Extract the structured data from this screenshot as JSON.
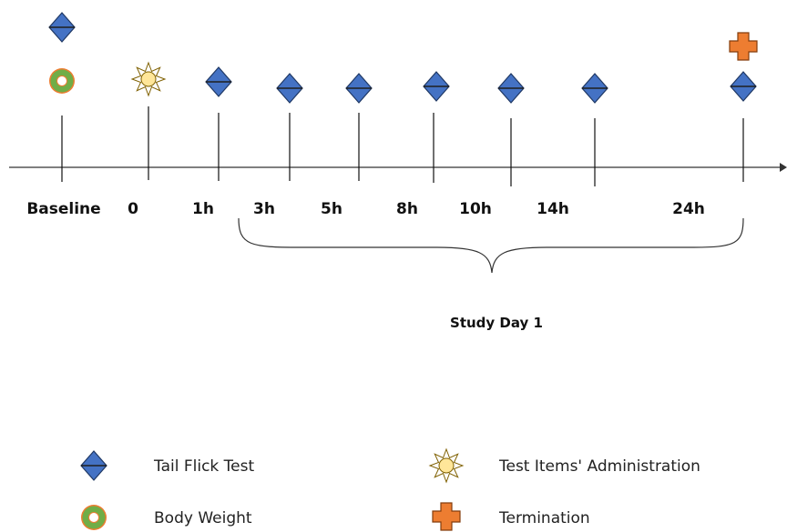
{
  "timeline": {
    "ticks": [
      {
        "label": "Baseline",
        "markers": [
          "tail-flick",
          "body-weight"
        ]
      },
      {
        "label": "0",
        "markers": [
          "test-items-administration"
        ]
      },
      {
        "label": "1h",
        "markers": [
          "tail-flick"
        ]
      },
      {
        "label": "3h",
        "markers": [
          "tail-flick"
        ]
      },
      {
        "label": "5h",
        "markers": [
          "tail-flick"
        ]
      },
      {
        "label": "8h",
        "markers": [
          "tail-flick"
        ]
      },
      {
        "label": "10h",
        "markers": [
          "tail-flick"
        ]
      },
      {
        "label": "14h",
        "markers": [
          "tail-flick"
        ]
      },
      {
        "label": "24h",
        "markers": [
          "tail-flick",
          "termination"
        ]
      }
    ],
    "span_label": "Study Day 1"
  },
  "legend": {
    "tail_flick": "Tail Flick Test",
    "body_weight": "Body Weight",
    "test_items": "Test Items' Administration",
    "termination": "Termination"
  },
  "colors": {
    "diamond": "#4472c4",
    "ring": "#70ad47",
    "ring_border": "#ed7d31",
    "sun": "#ffe699",
    "cross": "#ed7d31",
    "axis": "#555555"
  }
}
